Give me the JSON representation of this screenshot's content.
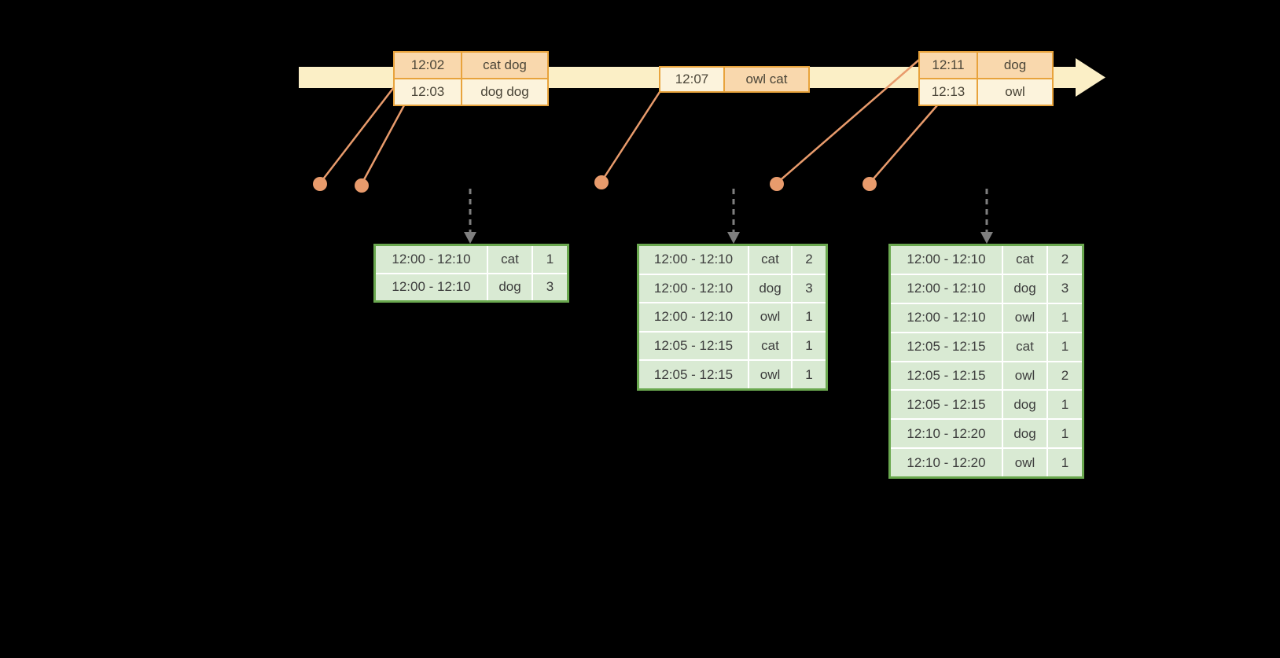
{
  "colors": {
    "background": "#000000",
    "timeline_fill": "#FBEFC6",
    "event_table_border": "#E8A33C",
    "event_row_peach": "#F9D8AD",
    "event_row_cream": "#FCF3DC",
    "connector_line": "#E89B6C",
    "connector_dot": "#E89B6C",
    "trigger_arrow": "#7F7F7F",
    "result_table_border": "#6AA84F",
    "result_cell_fill": "#D9EAD3"
  },
  "event_tables": [
    {
      "rows": [
        {
          "time": "12:02",
          "words": "cat dog"
        },
        {
          "time": "12:03",
          "words": "dog dog"
        }
      ]
    },
    {
      "rows": [
        {
          "time": "12:07",
          "words": "owl cat"
        }
      ]
    },
    {
      "rows": [
        {
          "time": "12:11",
          "words": "dog"
        },
        {
          "time": "12:13",
          "words": "owl"
        }
      ]
    }
  ],
  "result_tables": [
    {
      "rows": [
        [
          "12:00 - 12:10",
          "cat",
          "1"
        ],
        [
          "12:00 - 12:10",
          "dog",
          "3"
        ]
      ]
    },
    {
      "rows": [
        [
          "12:00 - 12:10",
          "cat",
          "2"
        ],
        [
          "12:00 - 12:10",
          "dog",
          "3"
        ],
        [
          "12:00 - 12:10",
          "owl",
          "1"
        ],
        [
          "12:05 - 12:15",
          "cat",
          "1"
        ],
        [
          "12:05 - 12:15",
          "owl",
          "1"
        ]
      ]
    },
    {
      "rows": [
        [
          "12:00 - 12:10",
          "cat",
          "2"
        ],
        [
          "12:00 - 12:10",
          "dog",
          "3"
        ],
        [
          "12:00 - 12:10",
          "owl",
          "1"
        ],
        [
          "12:05 - 12:15",
          "cat",
          "1"
        ],
        [
          "12:05 - 12:15",
          "owl",
          "2"
        ],
        [
          "12:05 - 12:15",
          "dog",
          "1"
        ],
        [
          "12:10 - 12:20",
          "dog",
          "1"
        ],
        [
          "12:10 - 12:20",
          "owl",
          "1"
        ]
      ]
    }
  ]
}
